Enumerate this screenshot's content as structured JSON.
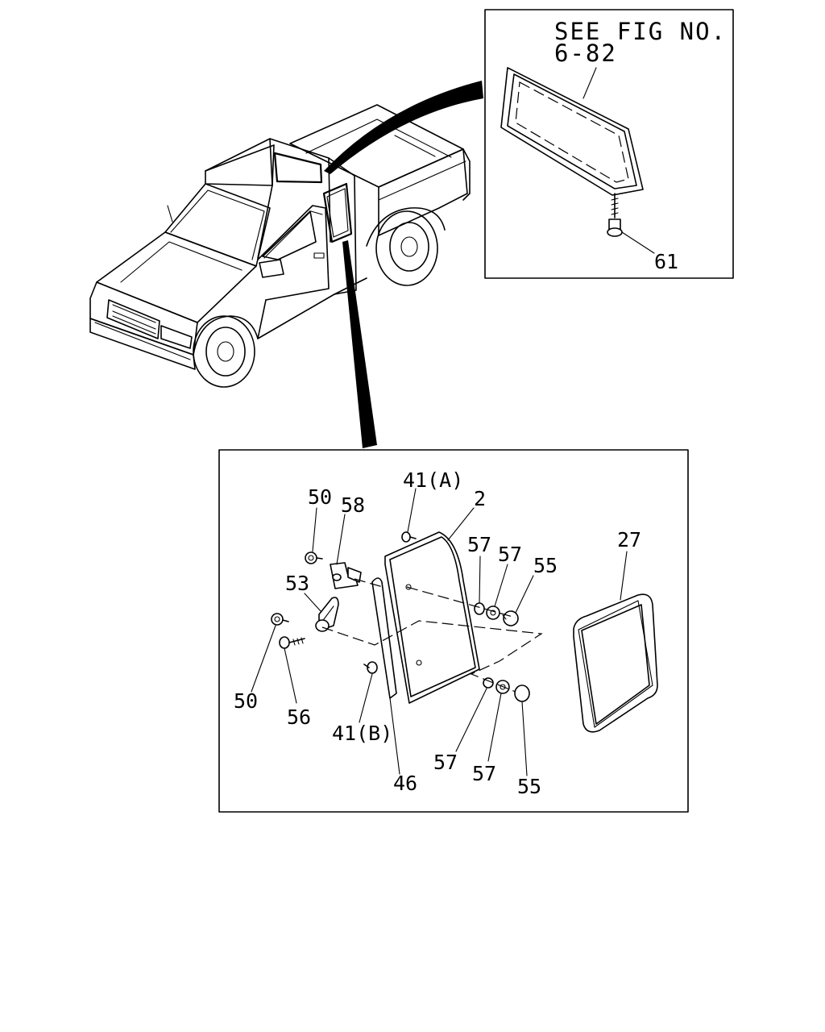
{
  "diagram": {
    "inset_note": {
      "line1": "SEE FIG NO.",
      "line2": "6-82"
    },
    "callouts": {
      "p61": "61",
      "p41a": "41(A)",
      "p2": "2",
      "p50_top": "50",
      "p58": "58",
      "p57_a": "57",
      "p57_b": "57",
      "p55_top": "55",
      "p27": "27",
      "p53": "53",
      "p50_bottom": "50",
      "p56": "56",
      "p41b": "41(B)",
      "p46": "46",
      "p57_c": "57",
      "p57_d": "57",
      "p55_bottom": "55"
    }
  }
}
